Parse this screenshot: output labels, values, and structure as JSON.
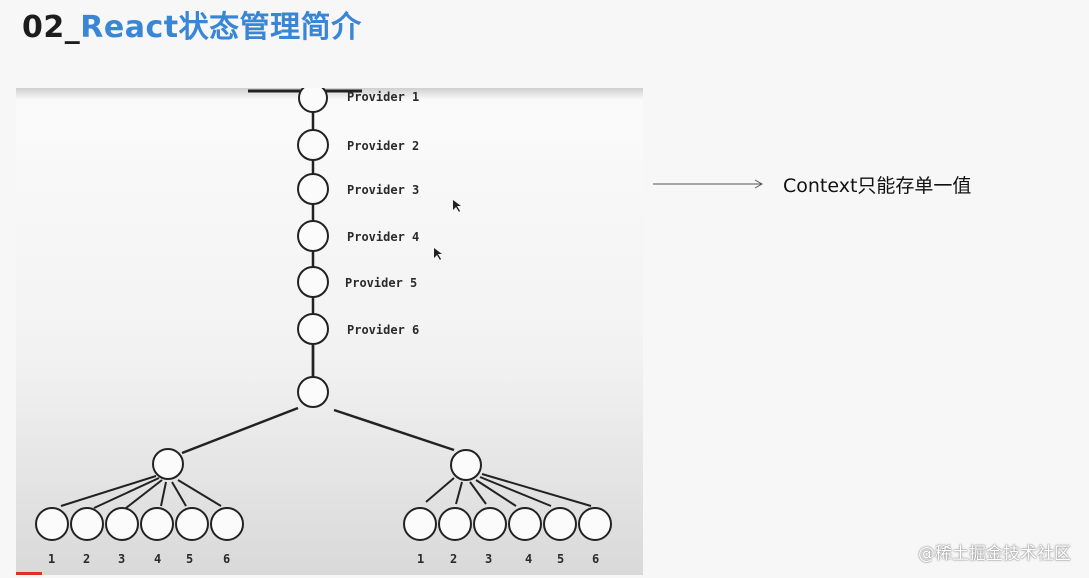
{
  "slide": {
    "title_number": "02_",
    "title_text": "React状态管理简介",
    "title_color": "#3a86d6"
  },
  "diagram": {
    "providers": [
      {
        "label": "Provider 1"
      },
      {
        "label": "Provider 2"
      },
      {
        "label": "Provider 3"
      },
      {
        "label": "Provider 4"
      },
      {
        "label": "Provider 5"
      },
      {
        "label": "Provider 6"
      }
    ],
    "leaf_labels_left": [
      "1",
      "2",
      "3",
      "4",
      "5",
      "6"
    ],
    "leaf_labels_right": [
      "1",
      "2",
      "3",
      "4",
      "5",
      "6"
    ]
  },
  "annotation": {
    "text": "Context只能存单一值",
    "arrow_icon": "arrow-right-icon"
  },
  "watermark": {
    "text": "@稀土掘金技术社区"
  }
}
